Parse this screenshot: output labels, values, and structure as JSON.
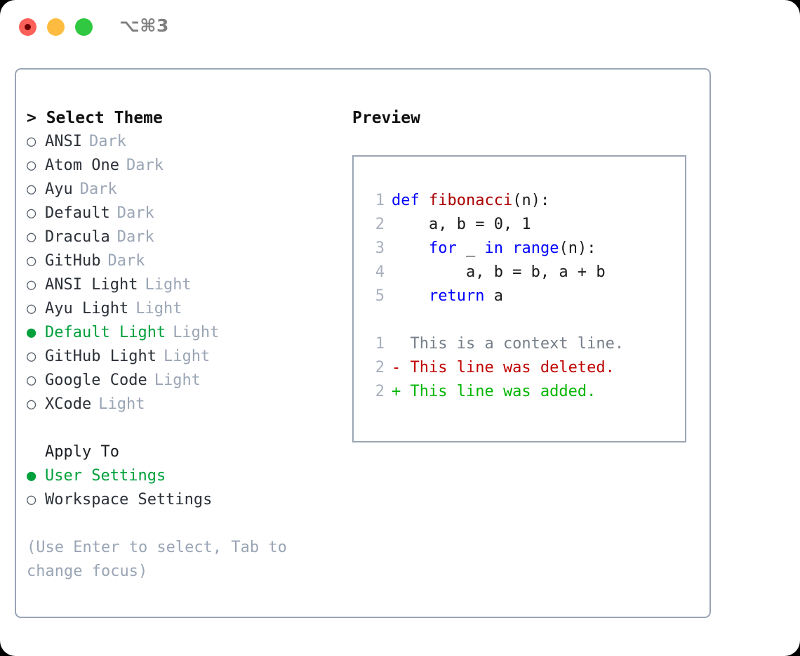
{
  "titlebar": {
    "shortcut": "⌥⌘3",
    "buttons": [
      {
        "name": "close",
        "color": "#FC6058"
      },
      {
        "name": "minimize",
        "color": "#FDBC40"
      },
      {
        "name": "maximize",
        "color": "#2FC840"
      }
    ]
  },
  "colors": {
    "border": "#9AA5B5",
    "accent_green": "#00A03C",
    "muted": "#9AA5B5",
    "keyword_blue": "#0000FF",
    "function_red": "#AA0000",
    "diff_deleted": "#C00000",
    "diff_added": "#00B500",
    "line_number": "#A8B0BD"
  },
  "theme_panel": {
    "heading": "> Select Theme",
    "items": [
      {
        "bullet": "○",
        "name": "ANSI",
        "tag": "Dark",
        "selected": false
      },
      {
        "bullet": "○",
        "name": "Atom One",
        "tag": "Dark",
        "selected": false
      },
      {
        "bullet": "○",
        "name": "Ayu",
        "tag": "Dark",
        "selected": false
      },
      {
        "bullet": "○",
        "name": "Default",
        "tag": "Dark",
        "selected": false
      },
      {
        "bullet": "○",
        "name": "Dracula",
        "tag": "Dark",
        "selected": false
      },
      {
        "bullet": "○",
        "name": "GitHub",
        "tag": "Dark",
        "selected": false
      },
      {
        "bullet": "○",
        "name": "ANSI Light",
        "tag": "Light",
        "selected": false
      },
      {
        "bullet": "○",
        "name": "Ayu Light",
        "tag": "Light",
        "selected": false
      },
      {
        "bullet": "●",
        "name": "Default Light",
        "tag": "Light",
        "selected": true
      },
      {
        "bullet": "○",
        "name": "GitHub Light",
        "tag": "Light",
        "selected": false
      },
      {
        "bullet": "○",
        "name": "Google Code",
        "tag": "Light",
        "selected": false
      },
      {
        "bullet": "○",
        "name": "XCode",
        "tag": "Light",
        "selected": false
      }
    ]
  },
  "apply_to": {
    "heading": "Apply To",
    "options": [
      {
        "bullet": "●",
        "label": "User Settings",
        "selected": true
      },
      {
        "bullet": "○",
        "label": "Workspace Settings",
        "selected": false
      }
    ]
  },
  "hint": "(Use Enter to select, Tab to change focus)",
  "preview": {
    "title": "Preview",
    "code_lines": [
      {
        "num": "1",
        "tokens": [
          {
            "t": "def ",
            "c": "kw"
          },
          {
            "t": "fibonacci",
            "c": "fn"
          },
          {
            "t": "(n):",
            "c": "plain"
          }
        ]
      },
      {
        "num": "2",
        "tokens": [
          {
            "t": "    a, b = 0, 1",
            "c": "plain"
          }
        ]
      },
      {
        "num": "3",
        "tokens": [
          {
            "t": "    ",
            "c": "plain"
          },
          {
            "t": "for",
            "c": "kw"
          },
          {
            "t": " _ ",
            "c": "plain"
          },
          {
            "t": "in",
            "c": "kw"
          },
          {
            "t": " ",
            "c": "plain"
          },
          {
            "t": "range",
            "c": "kw"
          },
          {
            "t": "(n):",
            "c": "plain"
          }
        ]
      },
      {
        "num": "4",
        "tokens": [
          {
            "t": "        a, b = b, a + b",
            "c": "plain"
          }
        ]
      },
      {
        "num": "5",
        "tokens": [
          {
            "t": "    ",
            "c": "plain"
          },
          {
            "t": "return",
            "c": "kw"
          },
          {
            "t": " a",
            "c": "plain"
          }
        ]
      }
    ],
    "diff_lines": [
      {
        "num": "1",
        "text": "  This is a context line.",
        "kind": "context"
      },
      {
        "num": "2",
        "text": "- This line was deleted.",
        "kind": "deleted"
      },
      {
        "num": "2",
        "text": "+ This line was added.",
        "kind": "added"
      }
    ]
  }
}
